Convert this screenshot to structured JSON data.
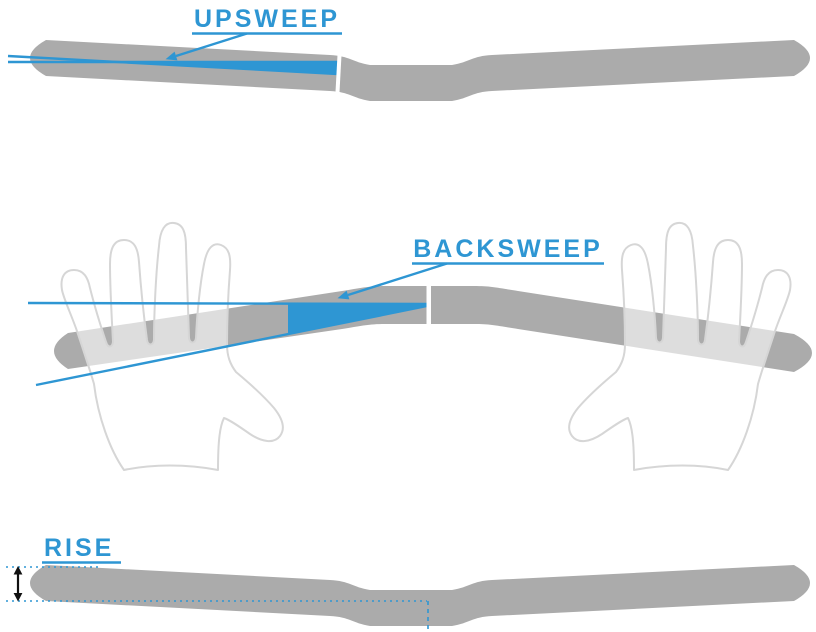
{
  "annotations": {
    "upsweep": {
      "label": "UPSWEEP"
    },
    "backsweep": {
      "label": "BACKSWEEP"
    },
    "rise": {
      "label": "RISE"
    }
  },
  "colors": {
    "accent_blue": "#2e96d3",
    "bar_gray": "#ababab",
    "hand_outline": "#d6d6d6",
    "hand_fill": "rgba(255,255,255,0.6)",
    "rise_arrow": "#111111"
  }
}
